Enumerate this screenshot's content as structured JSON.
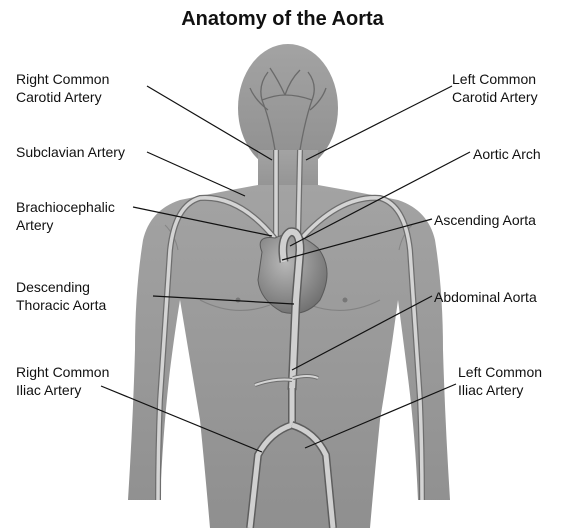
{
  "title": "Anatomy of the Aorta",
  "labels": {
    "right_common_carotid": "Right Common\nCarotid Artery",
    "subclavian": "Subclavian Artery",
    "brachiocephalic": "Brachiocephalic\nArtery",
    "descending_thoracic": "Descending\nThoracic Aorta",
    "right_common_iliac": "Right Common\nIliac Artery",
    "left_common_carotid": "Left Common\nCarotid Artery",
    "aortic_arch": "Aortic Arch",
    "ascending_aorta": "Ascending Aorta",
    "abdominal_aorta": "Abdominal Aorta",
    "left_common_iliac": "Left Common\nIliac Artery"
  },
  "colors": {
    "body": "#9a9a9a",
    "body_shadow": "#7e7e7e",
    "vessel": "#cfcfcf",
    "vessel_dark": "#6e6e6e",
    "heart": "#8a8a8a",
    "leader": "#111111"
  }
}
